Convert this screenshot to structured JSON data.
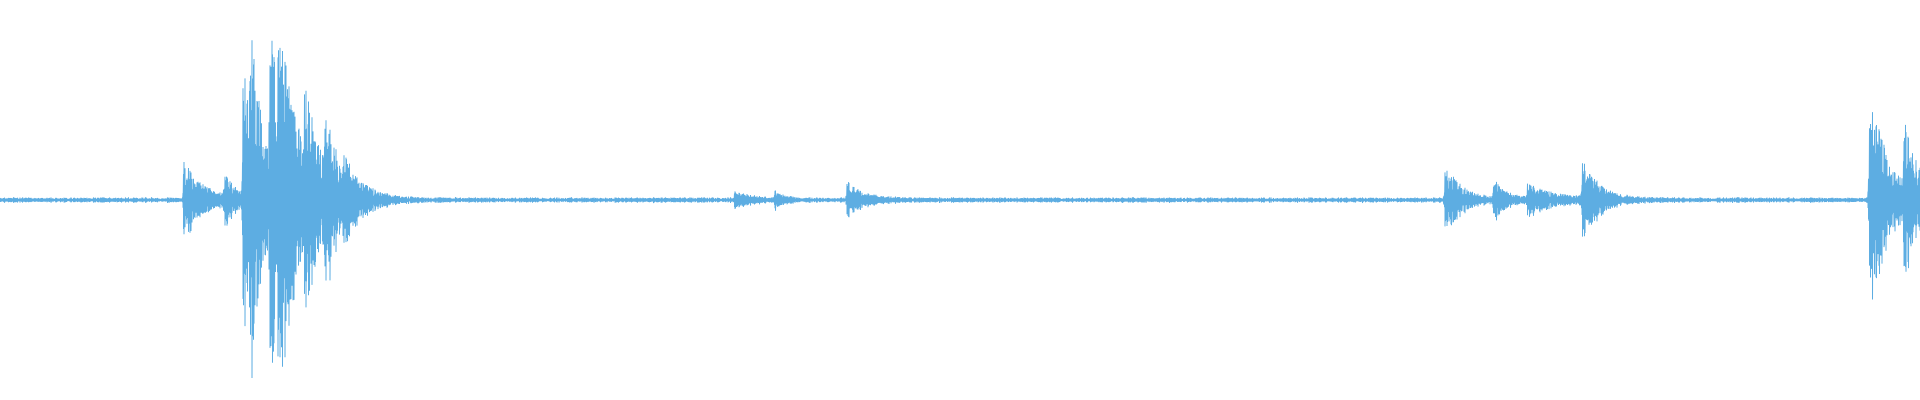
{
  "waveform": {
    "color": "#5dade2",
    "background": "#ffffff",
    "noise_amplitude": 0.018,
    "duration": 1.0,
    "events": [
      {
        "t": 0.0955,
        "amp": 0.24,
        "decay": 0.01
      },
      {
        "t": 0.1168,
        "amp": 0.14,
        "decay": 0.006
      },
      {
        "t": 0.1265,
        "amp": 0.82,
        "decay": 0.008
      },
      {
        "t": 0.13,
        "amp": 0.62,
        "decay": 0.008
      },
      {
        "t": 0.1405,
        "amp": 1.0,
        "decay": 0.01
      },
      {
        "t": 0.144,
        "amp": 0.55,
        "decay": 0.01
      },
      {
        "t": 0.1585,
        "amp": 0.48,
        "decay": 0.008
      },
      {
        "t": 0.169,
        "amp": 0.34,
        "decay": 0.01
      },
      {
        "t": 0.1775,
        "amp": 0.12,
        "decay": 0.008
      },
      {
        "t": 0.3825,
        "amp": 0.05,
        "decay": 0.008
      },
      {
        "t": 0.4035,
        "amp": 0.05,
        "decay": 0.004
      },
      {
        "t": 0.441,
        "amp": 0.11,
        "decay": 0.008
      },
      {
        "t": 0.7525,
        "amp": 0.23,
        "decay": 0.008
      },
      {
        "t": 0.7778,
        "amp": 0.12,
        "decay": 0.006
      },
      {
        "t": 0.7955,
        "amp": 0.09,
        "decay": 0.014
      },
      {
        "t": 0.824,
        "amp": 0.26,
        "decay": 0.008
      },
      {
        "t": 0.9735,
        "amp": 0.73,
        "decay": 0.01
      },
      {
        "t": 0.9915,
        "amp": 0.4,
        "decay": 0.008
      }
    ]
  }
}
